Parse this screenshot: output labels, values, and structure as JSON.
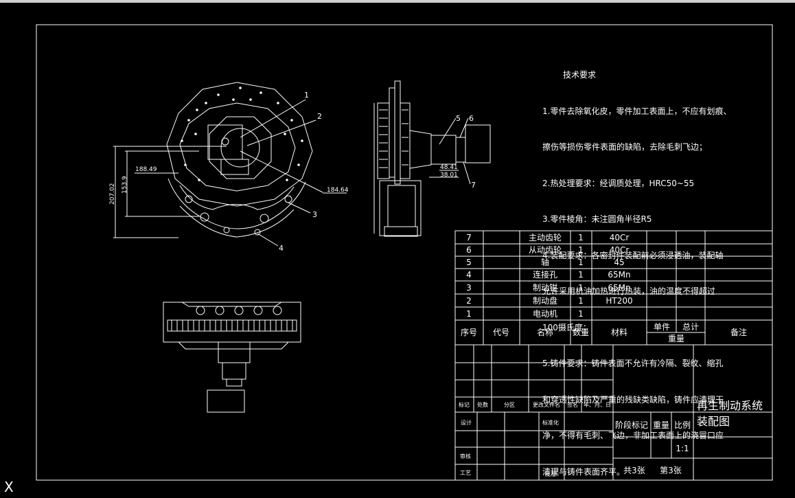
{
  "tech_requirements": {
    "title": "技术要求",
    "lines": [
      "1.零件去除氧化皮，零件加工表面上，不应有划痕、",
      "擦伤等损伤零件表面的缺陷，去除毛刺飞边；",
      "2.热处理要求：经调质处理，HRC50~55",
      "3.零件棱角：未注圆角半径R5",
      "4.装配要求：各密封件装配前必须浸透油，装配轴",
      "允许采用机油加热进行热装，油的温度不得超过",
      "100摄氏度；",
      "5.铸件要求：铸件表面不允许有冷隔、裂纹、缩孔",
      "和穿透性缺陷及严重的残缺类缺陷，铸件应清理干",
      "净，不得有毛刺、飞边，非加工表面上的浇冒口应",
      "清理与铸件表面齐平。"
    ]
  },
  "dimensions": {
    "d1": "207.02",
    "d2": "153.9",
    "d3": "188.49",
    "d4": "184.64",
    "d5": "48.41",
    "d6": "38.01"
  },
  "front_view_callouts": [
    "1",
    "2",
    "3",
    "4"
  ],
  "side_view_callouts": [
    "5",
    "6",
    "7"
  ],
  "parts_list": {
    "rows": [
      {
        "no": "7",
        "name": "主动齿轮",
        "qty": "1",
        "material": "40Cr"
      },
      {
        "no": "6",
        "name": "从动齿轮",
        "qty": "1",
        "material": "40Cr"
      },
      {
        "no": "5",
        "name": "轴",
        "qty": "1",
        "material": "45"
      },
      {
        "no": "4",
        "name": "连接孔",
        "qty": "1",
        "material": "65Mn"
      },
      {
        "no": "3",
        "name": "制动钳",
        "qty": "1",
        "material": "65Mn"
      },
      {
        "no": "2",
        "name": "制动盘",
        "qty": "1",
        "material": "HT200"
      },
      {
        "no": "1",
        "name": "电动机",
        "qty": "1",
        "material": ""
      }
    ],
    "headers": {
      "no": "序号",
      "code": "代号",
      "name": "名称",
      "qty": "数量",
      "material": "材料",
      "unit": "单件",
      "total": "总计",
      "weight": "重量",
      "remark": "备注"
    }
  },
  "title_block": {
    "drawing_title_1": "再生制动系统",
    "drawing_title_2": "装配图",
    "mark": "标记",
    "count": "处数",
    "zone": "分区",
    "change_doc": "更改文件名",
    "signature": "签名",
    "date": "年、月、日",
    "design": "设计",
    "standardize": "标准化",
    "review": "审核",
    "process": "工艺",
    "approve": "批准",
    "stage_mark": "阶段标记",
    "weight": "重量",
    "scale": "比例",
    "scale_value": "1:1",
    "total_sheets": "共3张",
    "sheet_no": "第3张"
  },
  "ucs_label": "X",
  "colors": {
    "background": "#000000",
    "line": "#ffffff"
  }
}
